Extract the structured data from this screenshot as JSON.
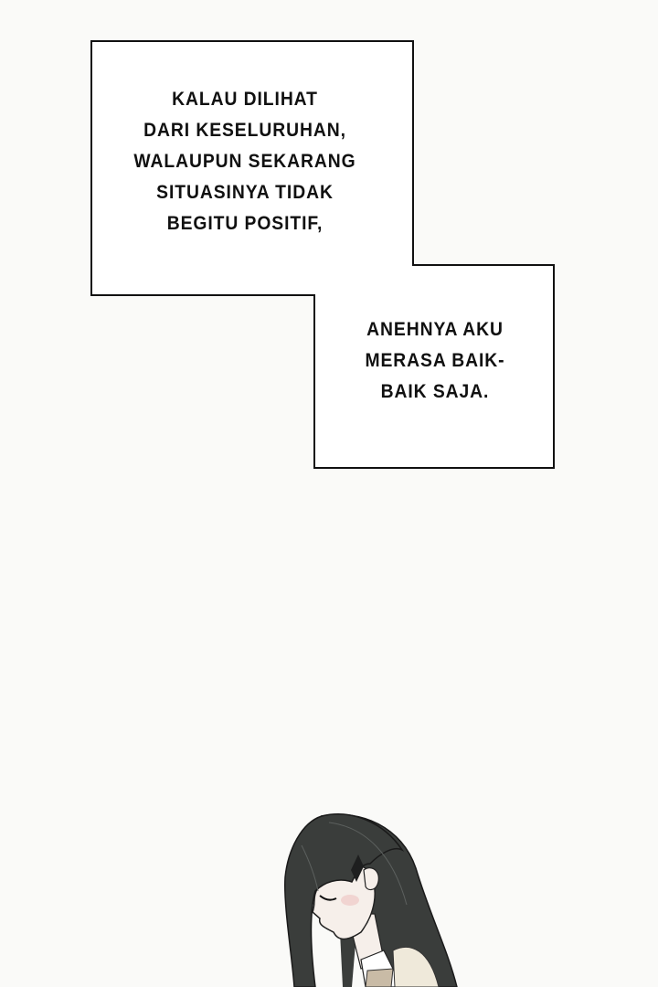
{
  "caption_1": {
    "lines": [
      "KALAU DILIHAT",
      "DARI KESELURUHAN,",
      "WALAUPUN SEKARANG",
      "SITUASINYA TIDAK",
      "BEGITU POSITIF,"
    ]
  },
  "caption_2": {
    "lines": [
      "ANEHNYA AKU",
      "MERASA BAIK-",
      "BAIK SAJA."
    ]
  },
  "colors": {
    "background": "#fafaf8",
    "border": "#111111",
    "hair": "#3a3d3b",
    "skin": "#f6efea"
  }
}
